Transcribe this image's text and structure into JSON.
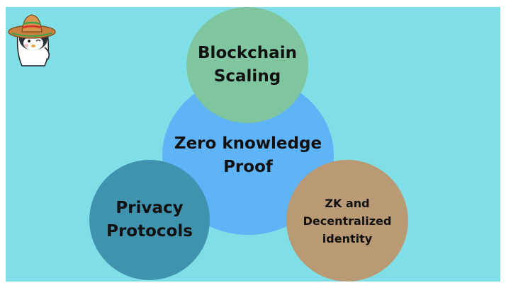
{
  "colors": {
    "background": "#80dfe6",
    "center": "#5fb3f7",
    "top": "#7ec5a0",
    "left": "#3f93ae",
    "right": "#b99a74"
  },
  "nodes": {
    "center": "Zero knowledge\nProof",
    "top": "Blockchain\nScaling",
    "left": "Privacy\nProtocols",
    "right": "ZK and\nDecentralized\nidentity"
  },
  "icons": {
    "mascot": "penguin-sombrero-icon"
  }
}
